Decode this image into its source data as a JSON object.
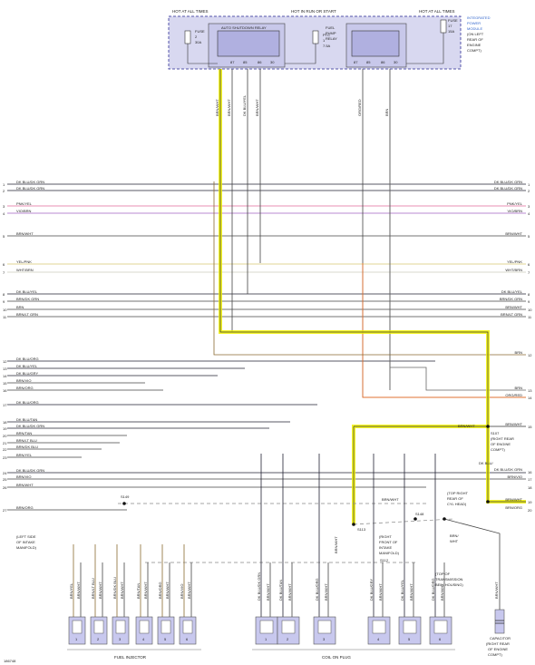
{
  "header": {
    "hot_all_left": "HOT AT ALL TIMES",
    "hot_run_start": "HOT IN RUN OR START",
    "hot_all_right": "HOT AT ALL TIMES",
    "module_label": [
      "INTEGRATED",
      "POWER",
      "MODULE",
      "(ON LEFT",
      "REAR OF",
      "ENGINE",
      "COMPT)"
    ]
  },
  "ipm": {
    "fuse_left": [
      "FUSE",
      "2",
      "30A"
    ],
    "relay_left": "AUTO SHUTDOWN RELAY",
    "ptc": [
      "PTC",
      "1",
      "7.5A"
    ],
    "relay_right": [
      "FUEL",
      "PUMP",
      "RELAY"
    ],
    "fuse_right": [
      "FUSE",
      "17",
      "15A"
    ],
    "pins_left": [
      "87",
      "85",
      "86",
      "30"
    ],
    "pins_right": [
      "87",
      "85",
      "86",
      "30"
    ]
  },
  "vertical_wires": [
    "BRN/WHT",
    "BRN/WHT",
    "DK BLU/YEL",
    "BRN/WHT",
    "ORG/RED",
    "BRN"
  ],
  "left_wires": [
    {
      "num": "1",
      "label": "DK BLU/DK GRN"
    },
    {
      "num": "2",
      "label": "DK BLU/DK GRN"
    },
    {
      "num": "3",
      "label": "PNK/YEL"
    },
    {
      "num": "4",
      "label": "VIO/BRN"
    },
    {
      "num": "5",
      "label": "BRN/WHT"
    },
    {
      "num": "6",
      "label": "YEL/PNK"
    },
    {
      "num": "7",
      "label": "WHT/BRN"
    },
    {
      "num": "8",
      "label": "DK BLU/YEL"
    },
    {
      "num": "9",
      "label": "BRN/DK GRN"
    },
    {
      "num": "10",
      "label": "BRN"
    },
    {
      "num": "11",
      "label": "BRN/LT GRN"
    },
    {
      "num": "12",
      "label": "DK BLU/ORG"
    },
    {
      "num": "13",
      "label": "DK BLU/YEL"
    },
    {
      "num": "14",
      "label": "DK BLU/GRY"
    },
    {
      "num": "15",
      "label": "BRN/VIO"
    },
    {
      "num": "16",
      "label": "BRN/ORG"
    },
    {
      "num": "17",
      "label": "DK BLU/ORG"
    },
    {
      "num": "18",
      "label": "DK BLU/TAN"
    },
    {
      "num": "19",
      "label": "DK BLU/DK GRN"
    },
    {
      "num": "20",
      "label": "BRN/TAN"
    },
    {
      "num": "21",
      "label": "BRN/LT BLU"
    },
    {
      "num": "22",
      "label": "BRN/DK BLU"
    },
    {
      "num": "23",
      "label": "BRN/YEL"
    },
    {
      "num": "24",
      "label": "DK BLU/DK GRN"
    },
    {
      "num": "25",
      "label": "BRN/VIO"
    },
    {
      "num": "26",
      "label": "BRN/WHT"
    },
    {
      "num": "27",
      "label": "BRN/ORG"
    }
  ],
  "right_wires": [
    {
      "num": "1",
      "label": "DK BLU/DK GRN"
    },
    {
      "num": "2",
      "label": "DK BLU/DK GRN"
    },
    {
      "num": "3",
      "label": "PNK/YEL"
    },
    {
      "num": "4",
      "label": "VIO/BRN"
    },
    {
      "num": "5",
      "label": "BRN/WHT"
    },
    {
      "num": "6",
      "label": "YEL/PNK"
    },
    {
      "num": "7",
      "label": "WHT/BRN"
    },
    {
      "num": "8",
      "label": "DK BLU/YEL"
    },
    {
      "num": "9",
      "label": "BRN/DK GRN"
    },
    {
      "num": "10",
      "label": "BRN/WHT"
    },
    {
      "num": "11",
      "label": "BRN/LT GRN"
    },
    {
      "num": "12",
      "label": "BRN"
    },
    {
      "num": "13",
      "label": "BRN"
    },
    {
      "num": "14",
      "label": "ORG/RED"
    },
    {
      "num": "15",
      "label": "BRN/WHT"
    },
    {
      "num": "16",
      "label": "DK BLU/DK GRN"
    },
    {
      "num": "17",
      "label": "BRN/VIO"
    },
    {
      "num": "18",
      "label": ""
    },
    {
      "num": "19",
      "label": "BRN/WHT"
    },
    {
      "num": "20",
      "label": "BRN/ORG"
    }
  ],
  "right_extra": [
    "DK BLU/"
  ],
  "splices": {
    "s107": [
      "S107",
      "(RIGHT REAR",
      "OF ENGINE",
      "COMPT)"
    ],
    "s149": "S149",
    "s113": "S113",
    "s148": "S148",
    "s112": "S112",
    "brn_wht_mid": "BRN/WHT",
    "brn_wht_s107": "BRN/WHT"
  },
  "notes": {
    "left_intake": [
      "(LEFT SIDE",
      "OF INTAKE",
      "MANIFOLD)"
    ],
    "top_right_head": [
      "(TOP RIGHT",
      "REAR OF",
      "CYL HEAD)"
    ],
    "right_front_intake": [
      "(RIGHT",
      "FRONT OF",
      "INTAKE",
      "MANIFOLD)"
    ],
    "top_trans": [
      "(TOP OF",
      "TRANSMISSION",
      "BELL HOUSING)"
    ],
    "brn_wht_s148": [
      "BRN/",
      "WHT"
    ],
    "brn_wht_short": "BRN/WHT"
  },
  "injector_wires": [
    "BRN/YEL",
    "BRN/WHT",
    "BRN/LT BLU",
    "BRN/WHT",
    "BRN/DK BLU",
    "BRN/WHT",
    "BRN/TAN",
    "BRN/WHT",
    "BRN/ORG",
    "BRN/WHT",
    "BRN/VIO",
    "BRN/WHT"
  ],
  "coil_wires": [
    "DK BLU/DK GRN",
    "BRN/WHT",
    "DK BLU/TAN",
    "BRN/WHT",
    "DK BLU/ORG",
    "BRN/WHT",
    "DK BLU/GRY",
    "BRN/WHT",
    "DK BLU/YEL",
    "BRN/WHT",
    "DK BLU/ORG",
    "BRN/WHT"
  ],
  "cap_wire": "BRN/WHT",
  "injectors": [
    "1",
    "2",
    "3",
    "4",
    "5",
    "6"
  ],
  "coils": [
    "1",
    "2",
    "3",
    "4",
    "5",
    "6"
  ],
  "footer": {
    "injector_label": "FUEL INJECTOR",
    "coil_label": "COIL ON PLUG",
    "capacitor": [
      "CAPACITOR",
      "(RIGHT REAR",
      "OF ENGINE",
      "COMPT)"
    ],
    "figure_id": "186748"
  }
}
